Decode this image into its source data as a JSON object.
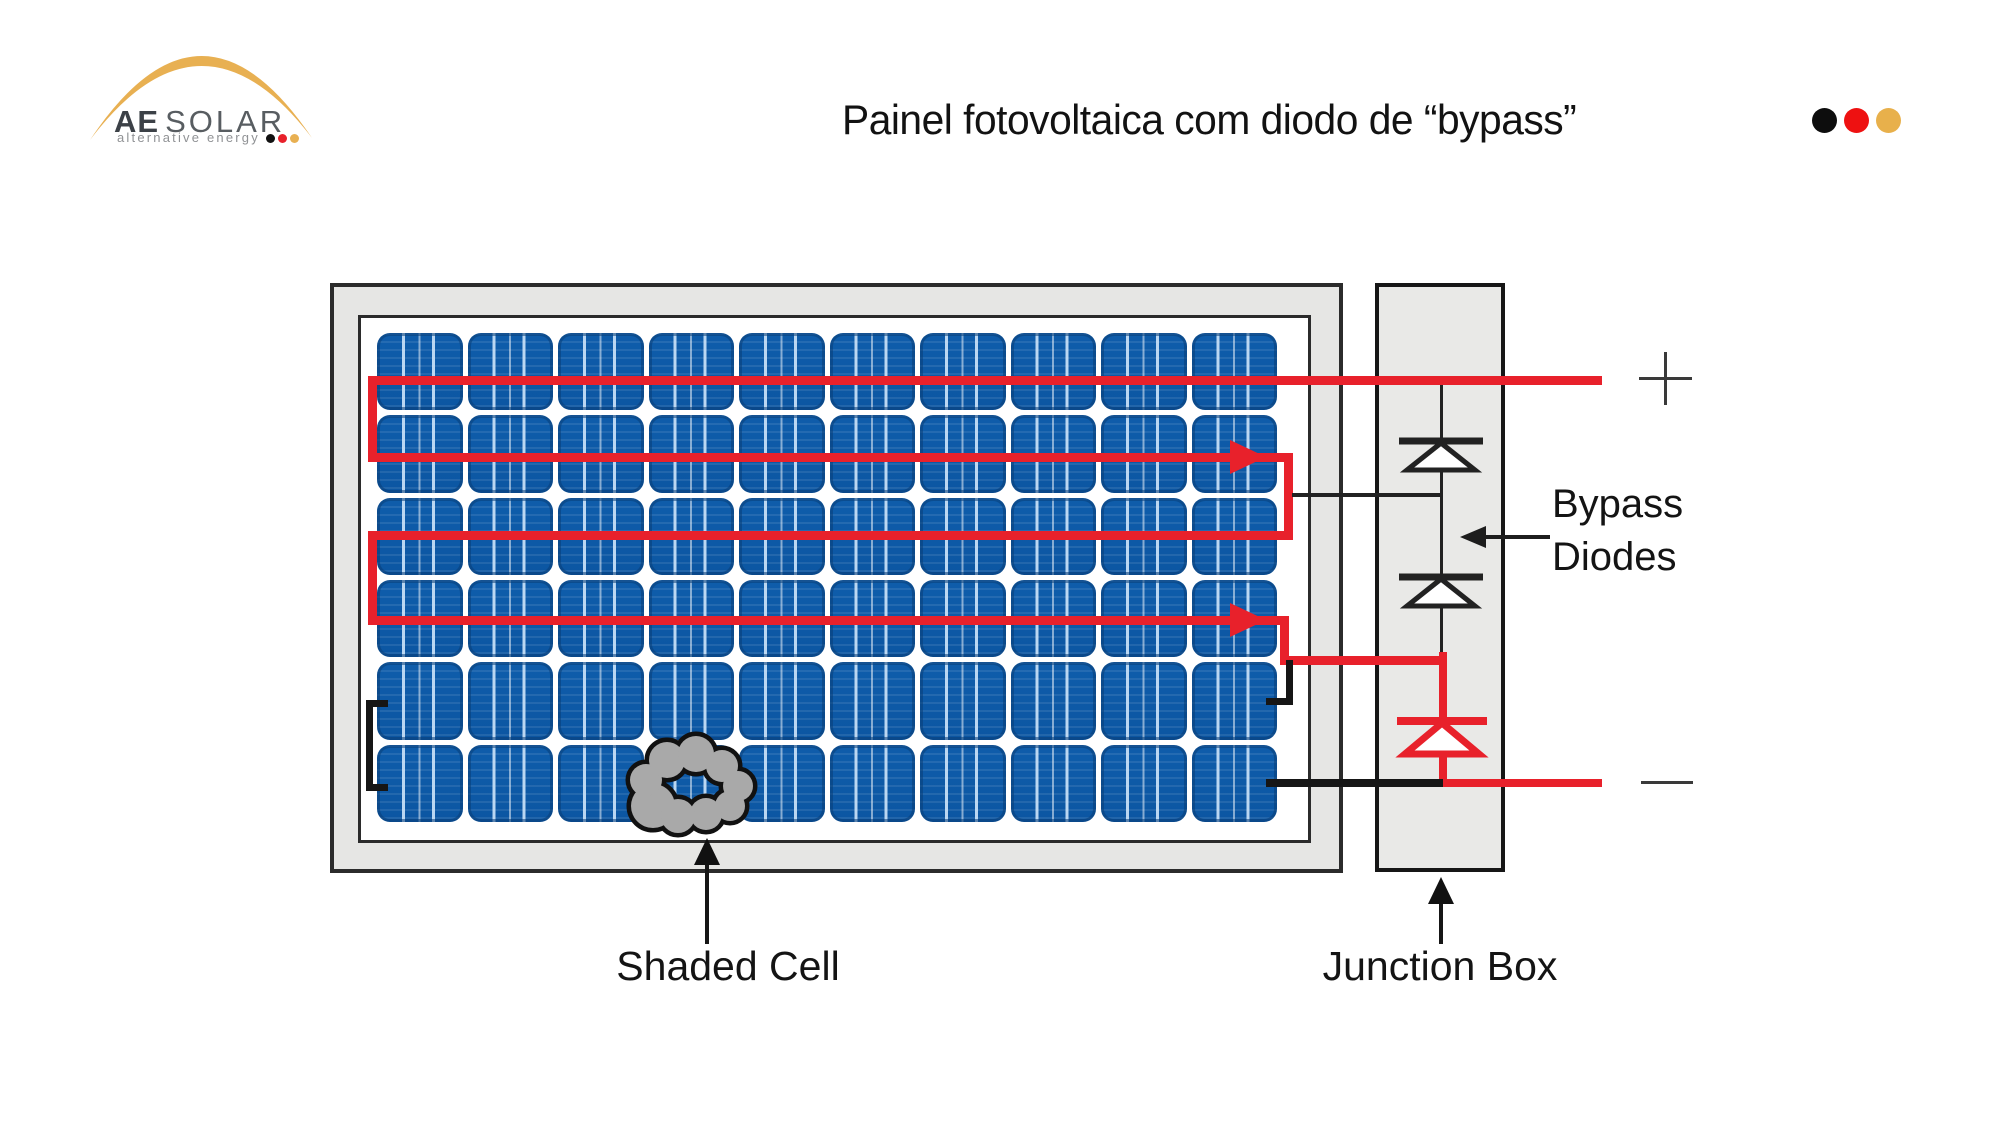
{
  "header": {
    "logo": {
      "brand_primary": "AE",
      "brand_secondary": "SOLAR",
      "tagline": "alternative energy",
      "dot_colors": [
        "#111111",
        "#e8212b",
        "#e8b052"
      ]
    },
    "title": "Painel fotovoltaica com diodo de “bypass”",
    "corner_dots": [
      "#0d0d0d",
      "#ee1111",
      "#e8b04b"
    ]
  },
  "diagram": {
    "panel": {
      "grid": {
        "rows": 6,
        "cols": 10
      }
    },
    "labels": {
      "bypass_line1": "Bypass",
      "bypass_line2": "Diodes",
      "shaded_cell": "Shaded Cell",
      "junction_box": "Junction Box"
    },
    "terminals": {
      "positive": "+",
      "negative": "−"
    },
    "diodes": [
      {
        "name": "bypass-diode-1",
        "color": "#222222",
        "state": "blocking"
      },
      {
        "name": "bypass-diode-2",
        "color": "#222222",
        "state": "blocking"
      },
      {
        "name": "bypass-diode-3",
        "color": "#e8212b",
        "state": "conducting"
      }
    ]
  },
  "colors": {
    "wire_red": "#e8212b",
    "wire_black": "#161616",
    "cell_blue": "#0f5dab",
    "frame_gray": "#e6e6e4",
    "jbox_gray": "#e9e9e7",
    "logo_gold": "#e8b052",
    "cloud_gray": "#a9a9a9"
  }
}
